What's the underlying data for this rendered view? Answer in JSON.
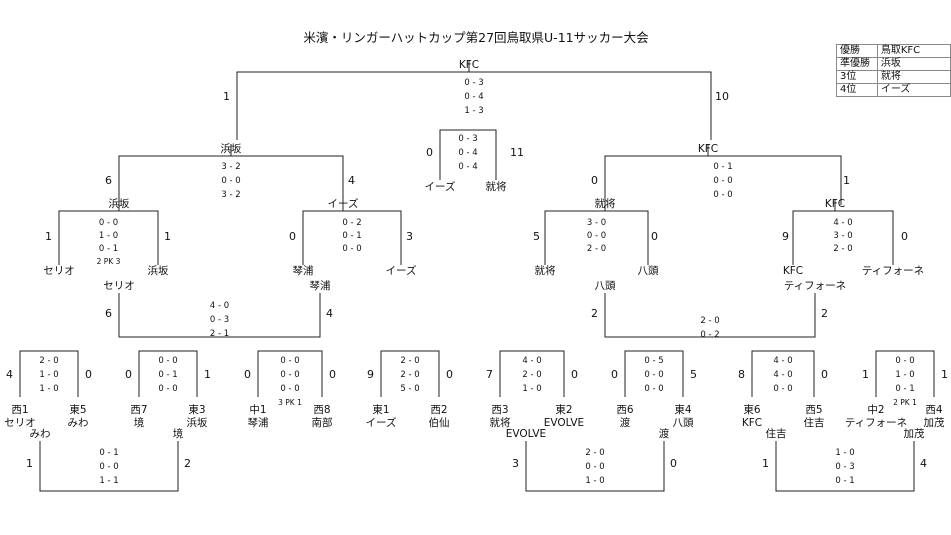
{
  "title": "米濱・リンガーハットカップ第27回鳥取県U-11サッカー大会",
  "results": [
    {
      "rank": "優勝",
      "team": "鳥取KFC"
    },
    {
      "rank": "準優勝",
      "team": "浜坂"
    },
    {
      "rank": "3位",
      "team": "就将"
    },
    {
      "rank": "4位",
      "team": "イーズ"
    }
  ],
  "matches": [
    {
      "id": "f",
      "top": "KFC",
      "left_score": "1",
      "right_score": "10",
      "scores": [
        "0 - 3",
        "0 - 4",
        "1 - 3"
      ]
    },
    {
      "id": "p3",
      "left_score": "0",
      "right_score": "11",
      "scores": [
        "0 - 3",
        "0 - 4",
        "0 - 4"
      ],
      "left_team": "イーズ",
      "right_team": "就将"
    },
    {
      "id": "sfL",
      "top": "浜坂",
      "left_score": "6",
      "right_score": "4",
      "scores": [
        "3 - 2",
        "0 - 0",
        "3 - 2"
      ]
    },
    {
      "id": "sfR",
      "top": "KFC",
      "left_score": "0",
      "right_score": "1",
      "scores": [
        "0 - 1",
        "0 - 0",
        "0 - 0"
      ]
    },
    {
      "id": "qf1",
      "top": "浜坂",
      "left_score": "1",
      "right_score": "1",
      "scores": [
        "0 - 0",
        "1 - 0",
        "0 - 1",
        "2 PK 3"
      ],
      "left_team": "セリオ",
      "right_team": "浜坂"
    },
    {
      "id": "qf2",
      "top": "イーズ",
      "left_score": "0",
      "right_score": "3",
      "scores": [
        "0 - 2",
        "0 - 1",
        "0 - 0"
      ],
      "left_team": "琴浦",
      "right_team": "イーズ"
    },
    {
      "id": "qf3",
      "top": "就将",
      "left_score": "5",
      "right_score": "0",
      "scores": [
        "3 - 0",
        "0 - 0",
        "2 - 0"
      ],
      "left_team": "就将",
      "right_team": "八頭"
    },
    {
      "id": "qf4",
      "top": "KFC",
      "left_score": "9",
      "right_score": "0",
      "scores": [
        "4 - 0",
        "3 - 0",
        "2 - 0"
      ],
      "left_team": "KFC",
      "right_team": "ティフォーネ"
    },
    {
      "id": "l2L",
      "left_top": "セリオ",
      "right_top": "琴浦",
      "left_score": "6",
      "right_score": "4",
      "scores": [
        "4 - 0",
        "0 - 3",
        "2 - 1"
      ]
    },
    {
      "id": "l2R",
      "left_top": "八頭",
      "right_top": "ティフォーネ",
      "left_score": "2",
      "right_score": "2",
      "scores": [
        "2 - 0",
        "0 - 2"
      ]
    },
    {
      "id": "r1",
      "left_score": "4",
      "right_score": "0",
      "scores": [
        "2 - 0",
        "1 - 0",
        "1 - 0"
      ],
      "left_seed": "西1",
      "right_seed": "東5",
      "left_team": "セリオ",
      "right_team": "みわ"
    },
    {
      "id": "r2",
      "left_score": "0",
      "right_score": "1",
      "scores": [
        "0 - 0",
        "0 - 1",
        "0 - 0"
      ],
      "left_seed": "西7",
      "right_seed": "東3",
      "left_team": "境",
      "right_team": "浜坂"
    },
    {
      "id": "r3",
      "left_score": "0",
      "right_score": "0",
      "scores": [
        "0 - 0",
        "0 - 0",
        "0 - 0",
        "3 PK 1"
      ],
      "left_seed": "中1",
      "right_seed": "西8",
      "left_team": "琴浦",
      "right_team": "南部"
    },
    {
      "id": "r4",
      "left_score": "9",
      "right_score": "0",
      "scores": [
        "2 - 0",
        "2 - 0",
        "5 - 0"
      ],
      "left_seed": "東1",
      "right_seed": "西2",
      "left_team": "イーズ",
      "right_team": "伯仙"
    },
    {
      "id": "r5",
      "left_score": "7",
      "right_score": "0",
      "scores": [
        "4 - 0",
        "2 - 0",
        "1 - 0"
      ],
      "left_seed": "西3",
      "right_seed": "東2",
      "left_team": "就将",
      "right_team": "EVOLVE"
    },
    {
      "id": "r6",
      "left_score": "0",
      "right_score": "5",
      "scores": [
        "0 - 5",
        "0 - 0",
        "0 - 0"
      ],
      "left_seed": "西6",
      "right_seed": "東4",
      "left_team": "渡",
      "right_team": "八頭"
    },
    {
      "id": "r7",
      "left_score": "8",
      "right_score": "0",
      "scores": [
        "4 - 0",
        "4 - 0",
        "0 - 0"
      ],
      "left_seed": "東6",
      "right_seed": "西5",
      "left_team": "KFC",
      "right_team": "住吉"
    },
    {
      "id": "r8",
      "left_score": "1",
      "right_score": "1",
      "scores": [
        "0 - 0",
        "1 - 0",
        "0 - 1",
        "2 PK 1"
      ],
      "left_seed": "中2",
      "right_seed": "西4",
      "left_team": "ティフォーネ",
      "right_team": "加茂"
    },
    {
      "id": "c1",
      "left_top": "みわ",
      "right_top": "境",
      "left_score": "1",
      "right_score": "2",
      "scores": [
        "0 - 1",
        "0 - 0",
        "1 - 1"
      ]
    },
    {
      "id": "c2",
      "left_top": "EVOLVE",
      "right_top": "渡",
      "left_score": "3",
      "right_score": "0",
      "scores": [
        "2 - 0",
        "0 - 0",
        "1 - 0"
      ]
    },
    {
      "id": "c3",
      "left_top": "住吉",
      "right_top": "加茂",
      "left_score": "1",
      "right_score": "4",
      "scores": [
        "1 - 0",
        "0 - 3",
        "0 - 1"
      ]
    }
  ]
}
